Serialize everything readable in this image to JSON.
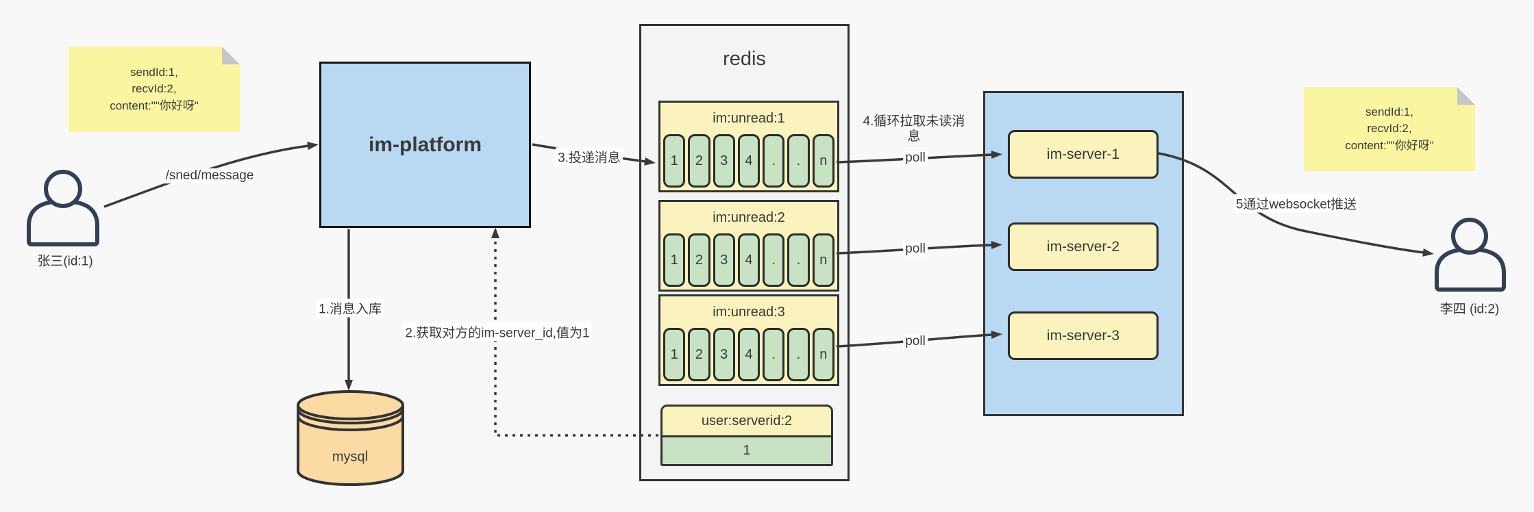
{
  "diagram_title": "im message delivery flow",
  "colors": {
    "background": "#f8f8f8",
    "blue": "#b9d9f2",
    "note_yellow": "#faf5a0",
    "pale_yellow": "#fbf3be",
    "green": "#c8e2c4",
    "peach": "#fbdaa4",
    "container_gray": "#f4f4f4",
    "line": "#3a3a3a",
    "actor_stroke": "#333f55"
  },
  "actors": {
    "sender": {
      "label": "张三(id:1)"
    },
    "receiver": {
      "label": "李四 (id:2)"
    }
  },
  "notes": {
    "left": {
      "line1": "sendId:1,",
      "line2": "recvId:2,",
      "line3": "content:\"\"你好呀\""
    },
    "right": {
      "line1": "sendId:1,",
      "line2": "recvId:2,",
      "line3": "content:\"\"你好呀\""
    }
  },
  "platform": {
    "title": "im-platform"
  },
  "mysql": {
    "title": "mysql"
  },
  "redis": {
    "title": "redis",
    "queues": [
      {
        "header": "im:unread:1",
        "cells": [
          "1",
          "2",
          "3",
          "4",
          ".",
          ".",
          "n"
        ]
      },
      {
        "header": "im:unread:2",
        "cells": [
          "1",
          "2",
          "3",
          "4",
          ".",
          ".",
          "n"
        ]
      },
      {
        "header": "im:unread:3",
        "cells": [
          "1",
          "2",
          "3",
          "4",
          ".",
          ".",
          "n"
        ]
      }
    ],
    "mapping": {
      "header": "user:serverid:2",
      "value": "1"
    }
  },
  "cluster": {
    "servers": [
      {
        "label": "im-server-1"
      },
      {
        "label": "im-server-2"
      },
      {
        "label": "im-server-3"
      }
    ]
  },
  "edges": {
    "send": "/sned/message",
    "store": "1.消息入库",
    "lookup": "2.获取对方的im-server_id,值为1",
    "deliver": "3.投递消息",
    "pull": "4.循环拉取未读消息",
    "poll1": "poll",
    "poll2": "poll",
    "poll3": "poll",
    "push": "5通过websocket推送"
  }
}
